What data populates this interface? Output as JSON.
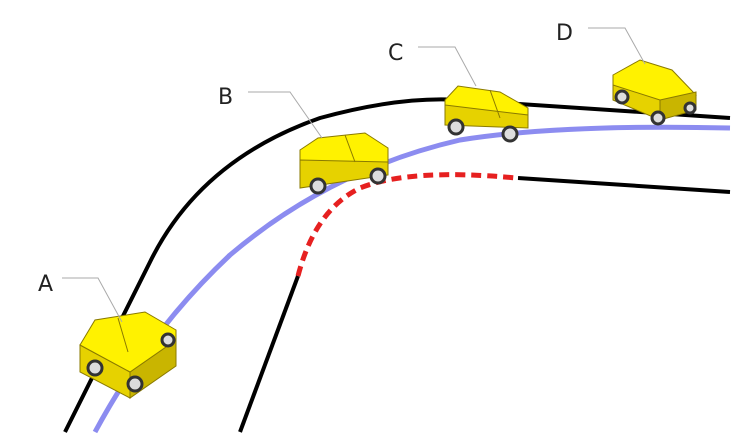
{
  "labels": {
    "a": "A",
    "b": "B",
    "c": "C",
    "d": "D"
  },
  "colors": {
    "road_edge": "#000000",
    "path": "#8c8cf0",
    "lane_divider": "#e62020",
    "car": "#fff200"
  }
}
